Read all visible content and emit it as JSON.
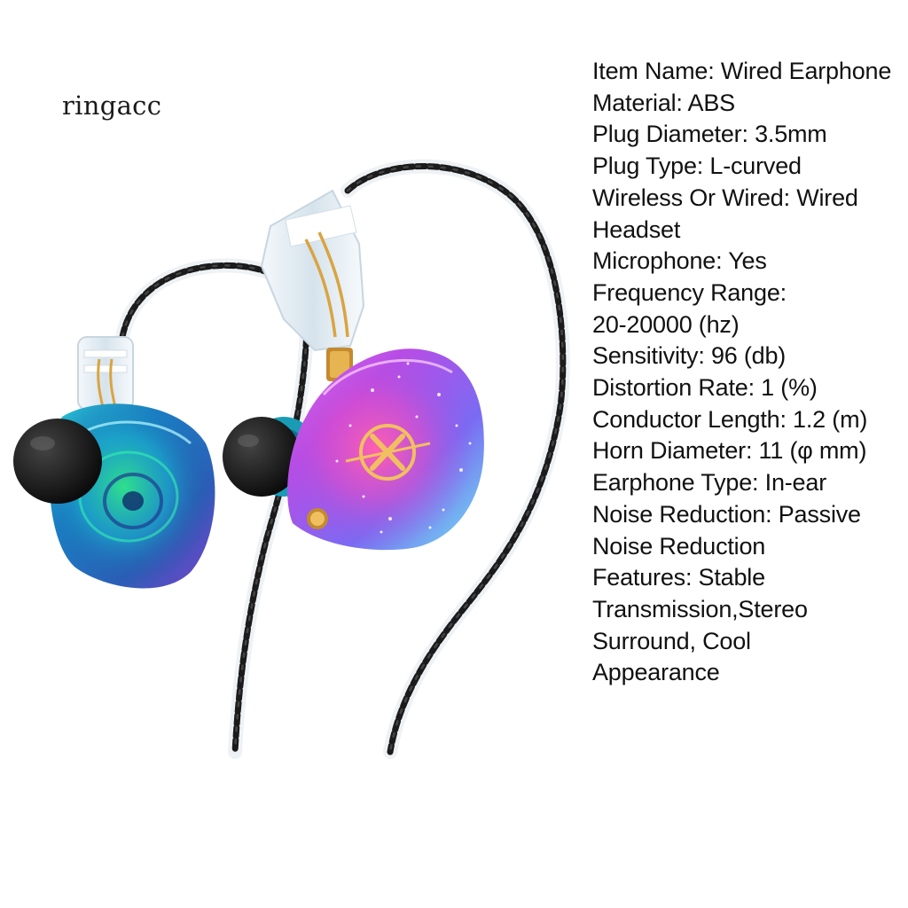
{
  "brand_watermark": "ringacc",
  "product": {
    "image_label": "wired in-ear earphones with detachable braided cable",
    "shell_colors": {
      "left_shell": "#1aa6c9",
      "right_shell": "#c03dd8",
      "cable": "#1b1b1b",
      "ear_tip": "#111111",
      "connector": "#e8f2f8",
      "gold": "#d9a441"
    },
    "logo_icon": "x-circle-logo-icon"
  },
  "specs": [
    "Item Name: Wired Earphone",
    "Material: ABS",
    "Plug Diameter: 3.5mm",
    "Plug Type: L-curved",
    "Wireless Or Wired: Wired",
    "Headset",
    "Microphone: Yes",
    "Frequency Range:",
    "20-20000 (hz)",
    "Sensitivity: 96 (db)",
    "Distortion Rate: 1 (%)",
    "Conductor Length: 1.2 (m)",
    "Horn Diameter: 11 (φ mm)",
    "Earphone Type: In-ear",
    "Noise Reduction: Passive",
    "Noise Reduction",
    "Features: Stable",
    "Transmission,Stereo",
    "Surround, Cool",
    "Appearance"
  ]
}
